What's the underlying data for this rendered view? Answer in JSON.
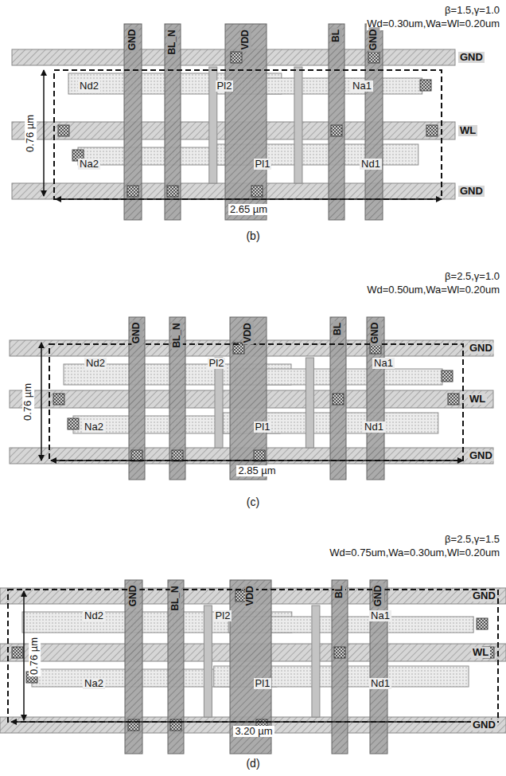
{
  "diagram": {
    "labels": [
      "β=1.5,γ=1.0",
      "Wd=0.30um,Wa=Wl=0.20um",
      "GND",
      "BL_N",
      "VDD",
      "BL",
      "GND",
      "GND",
      "WL",
      "GND",
      "0.76 µm",
      "2.65 µm",
      "Nd2",
      "Pl2",
      "Na1",
      "Na2",
      "Pl1",
      "Nd1",
      "(b)",
      "β=2.5,γ=1.0",
      "Wd=0.50um,Wa=Wl=0.20um",
      "GND",
      "BL_N",
      "VDD",
      "BL",
      "GND",
      "GND",
      "WL",
      "GND",
      "0.76 µm",
      "2.85 µm",
      "Nd2",
      "Pl2",
      "Na1",
      "Na2",
      "Pl1",
      "Nd1",
      "(c)",
      "β=2.5,γ=1.5",
      "Wd=0.75um,Wa=0.30um,Wl=0.20um",
      "GND",
      "BL_N",
      "VDD",
      "BL",
      "GND",
      "GND",
      "WL",
      "GND",
      "0.76 µm",
      "3.20 µm",
      "Nd2",
      "Pl2",
      "Na1",
      "Na2",
      "Pl1",
      "Nd1",
      "(d)"
    ]
  }
}
